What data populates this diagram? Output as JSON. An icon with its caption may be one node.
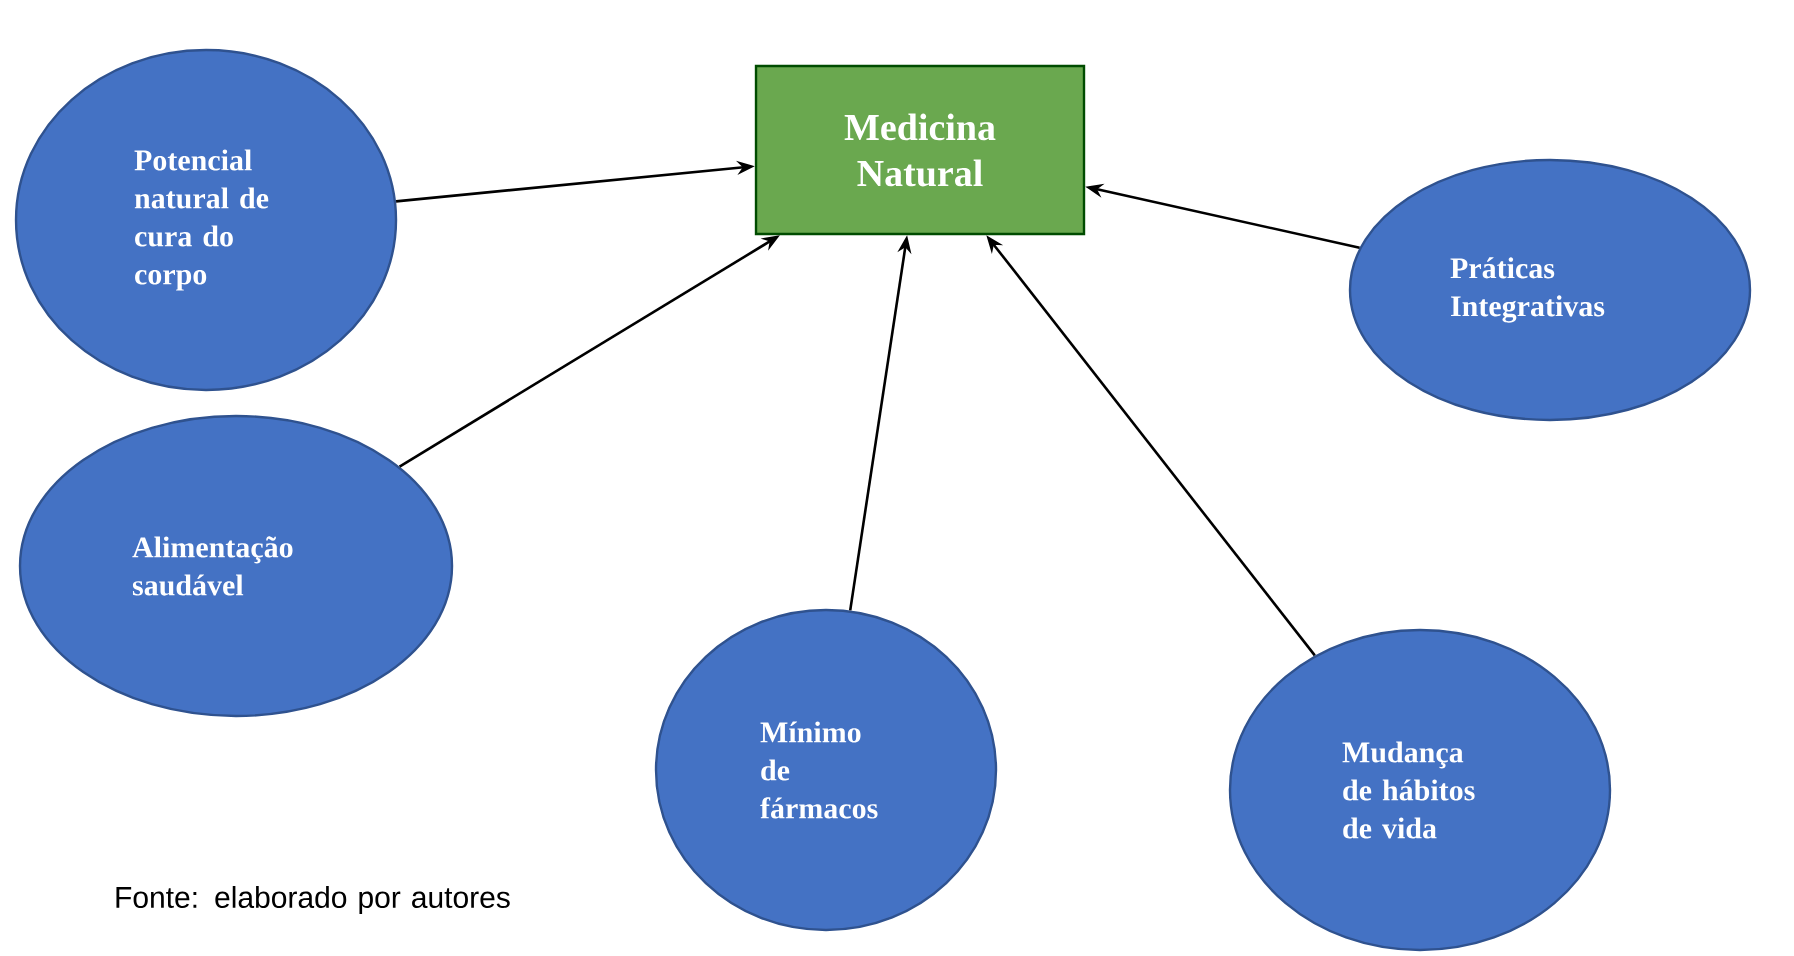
{
  "diagram": {
    "nodes": [
      {
        "text": [
          "Medicina Natural"
        ]
      },
      {
        "text": [
          "Potencial natural de cura do corpo"
        ]
      },
      {
        "text": [
          "Práticas Integrativas"
        ]
      },
      {
        "text": [
          "Alimentação saudável"
        ]
      },
      {
        "text": [
          "Mínimo de fármacos"
        ]
      },
      {
        "text": [
          "Mudança de hábitos de vida"
        ]
      }
    ],
    "edges": [
      {
        "from": 1,
        "to": 0,
        "arrow": "to"
      },
      {
        "from": 2,
        "to": 0,
        "arrow": "to"
      },
      {
        "from": 3,
        "to": 0,
        "arrow": "to"
      },
      {
        "from": 4,
        "to": 0,
        "arrow": "to"
      },
      {
        "from": 5,
        "to": 0,
        "arrow": "to"
      }
    ],
    "labels": [
      "Fonte: elaborado por autores"
    ]
  }
}
